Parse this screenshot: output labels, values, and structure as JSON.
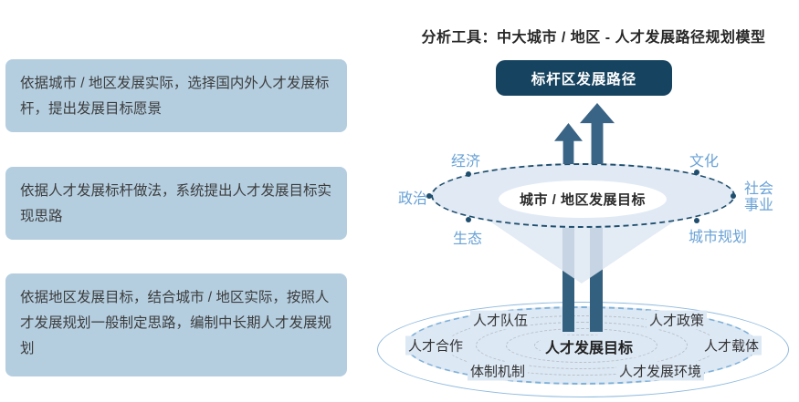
{
  "title": "分析工具：中大城市 / 地区 - 人才发展路径规划模型",
  "steps": [
    "依据城市 / 地区发展实际，选择国内外人才发展标杆，提出发展目标愿景",
    "依据人才发展标杆做法，系统提出人才发展目标实现思路",
    "依据地区发展目标，结合城市 / 地区实际，按照人才发展规划一般制定思路，编制中长期人才发展规划"
  ],
  "diagram": {
    "top_box_label": "标杆区发展路径",
    "middle_center_label": "城市 / 地区发展目标",
    "middle_factors": [
      "经济",
      "文化",
      "政治",
      "社会事业",
      "生态",
      "城市规划"
    ],
    "bottom_center_label": "人才发展目标",
    "bottom_factors": [
      "人才队伍",
      "人才政策",
      "人才合作",
      "人才载体",
      "体制机制",
      "人才发展环境"
    ]
  },
  "colors": {
    "accent_dark": "#16435f",
    "arrow_blue": "#3a6485",
    "step_box_fill": "#b4cee0",
    "ellipse_fill": "#e1eaf4",
    "bottom_fill": "#dce8f4",
    "dashed_border_dark": "#1f4e6e",
    "dashed_border_light": "#7fb0d8",
    "light_label": "#69a2d6"
  }
}
